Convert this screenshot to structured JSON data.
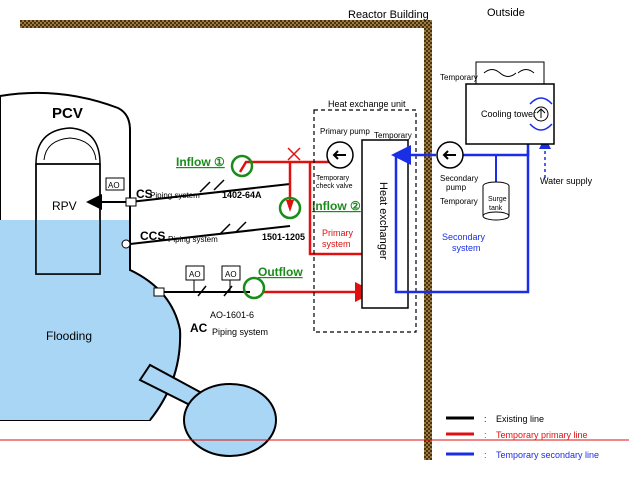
{
  "labels": {
    "reactor_building": "Reactor Building",
    "outside": "Outside",
    "pcv": "PCV",
    "rpv": "RPV",
    "flooding": "Flooding",
    "heat_exchange_unit": "Heat exchange unit",
    "primary_pump": "Primary pump",
    "temporary_top": "Temporary",
    "temporary_check_valve_line1": "Temporary",
    "temporary_check_valve_line2": "check valve",
    "heat_exchanger": "Heat exchanger",
    "primary_system_line1": "Primary",
    "primary_system_line2": "system",
    "cooling_tower": "Cooling tower",
    "temporary_cooling": "Temporary",
    "water_supply": "Water supply",
    "secondary_pump_line1": "Secondary",
    "secondary_pump_line2": "pump",
    "temporary_secondary": "Temporary",
    "surge_tank_line1": "Surge",
    "surge_tank_line2": "tank",
    "secondary_system_line1": "Secondary",
    "secondary_system_line2": "system",
    "cs": "CS",
    "cs_piping": "Piping system",
    "ccs": "CCS",
    "ccs_piping": "Piping system",
    "ac": "AC",
    "ac_piping": "Piping system",
    "valve_1402": "1402-64A",
    "valve_1501": "1501-1205",
    "valve_1601": "AO-1601-6",
    "ao": "AO",
    "inflow1": "Inflow ①",
    "inflow2": "Inflow ②",
    "outflow": "Outflow"
  },
  "legend": {
    "existing": "Existing line",
    "primary": "Temporary primary line",
    "secondary": "Temporary secondary line",
    "colon": ":"
  },
  "colors": {
    "existing": "#000000",
    "primary": "#e01010",
    "secondary": "#1a2ee6",
    "water": "#a9d6f5",
    "building_wall": "#8a6a3a",
    "green": "#1a8c1a"
  }
}
